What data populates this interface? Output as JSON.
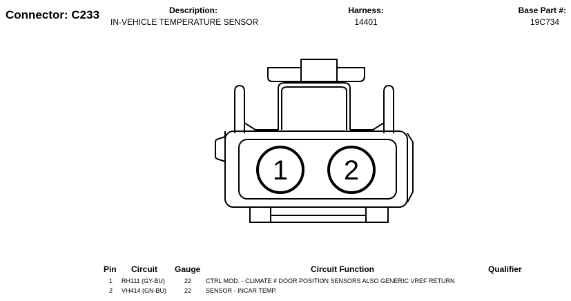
{
  "connector": {
    "label": "Connector: C233"
  },
  "header": {
    "description_label": "Description:",
    "description_value": "IN-VEHICLE TEMPERATURE SENSOR",
    "harness_label": "Harness:",
    "harness_value": "14401",
    "base_part_label": "Base Part #:",
    "base_part_value": "19C734"
  },
  "diagram": {
    "pins": [
      "1",
      "2"
    ]
  },
  "table": {
    "columns": [
      "Pin",
      "Circuit",
      "Gauge",
      "Circuit Function",
      "Qualifier"
    ],
    "rows": [
      {
        "pin": "1",
        "circuit": "RH111 (GY-BU)",
        "gauge": "22",
        "function": "CTRL MOD. - CLIMATE # DOOR POSITION SENSORS ALSO GENERIC VREF RETURN",
        "qualifier": ""
      },
      {
        "pin": "2",
        "circuit": "VH414 (GN-BU)",
        "gauge": "22",
        "function": "SENSOR - INCAR TEMP.",
        "qualifier": ""
      }
    ]
  }
}
